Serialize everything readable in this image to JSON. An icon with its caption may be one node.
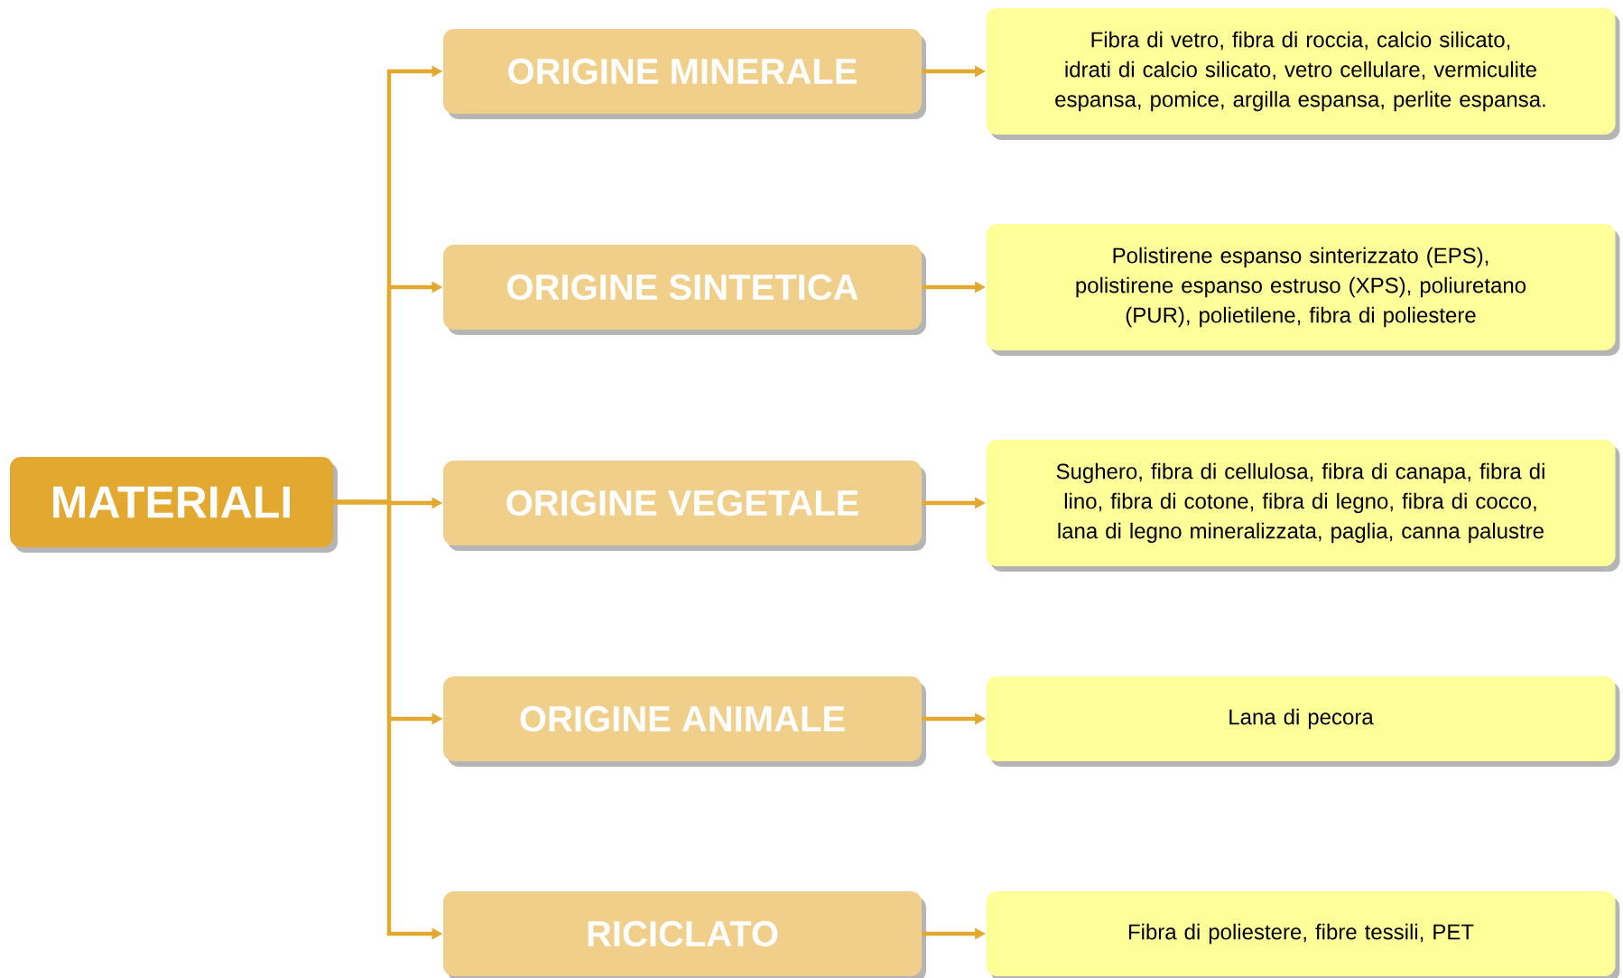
{
  "diagram": {
    "nodes": [
      {
        "text": [
          "MATERIALI"
        ]
      },
      {
        "text": [
          "ORIGINE MINERALE"
        ]
      },
      {
        "text": [
          "ORIGINE SINTETICA"
        ]
      },
      {
        "text": [
          "ORIGINE VEGETALE"
        ]
      },
      {
        "text": [
          "ORIGINE ANIMALE"
        ]
      },
      {
        "text": [
          "RICICLATO"
        ]
      },
      {
        "text": [
          "Fibra di vetro, fibra di roccia, calcio silicato, idrati di calcio silicato, vetro cellulare, vermiculite espansa, pomice, argilla espansa, perlite espansa."
        ]
      },
      {
        "text": [
          "Polistirene espanso sinterizzato (EPS), polistirene espanso estruso (XPS), poliuretano (PUR), polietilene, fibra di poliestere"
        ]
      },
      {
        "text": [
          "Sughero, fibra di cellulosa, fibra di canapa, fibra di lino, fibra di cotone, fibra di legno, fibra di cocco, lana di legno mineralizzata, paglia, canna palustre"
        ]
      },
      {
        "text": [
          "Lana di pecora"
        ]
      },
      {
        "text": [
          "Fibra di poliestere, fibre tessili, PET"
        ]
      }
    ],
    "edges": [
      {
        "from": 0,
        "to": 1,
        "arrow": "to"
      },
      {
        "from": 0,
        "to": 2,
        "arrow": "to"
      },
      {
        "from": 0,
        "to": 3,
        "arrow": "to"
      },
      {
        "from": 0,
        "to": 4,
        "arrow": "to"
      },
      {
        "from": 0,
        "to": 5,
        "arrow": "to"
      },
      {
        "from": 1,
        "to": 6,
        "arrow": "to"
      },
      {
        "from": 2,
        "to": 7,
        "arrow": "to"
      },
      {
        "from": 3,
        "to": 8,
        "arrow": "to"
      },
      {
        "from": 4,
        "to": 9,
        "arrow": "to"
      },
      {
        "from": 5,
        "to": 10,
        "arrow": "to"
      }
    ]
  }
}
